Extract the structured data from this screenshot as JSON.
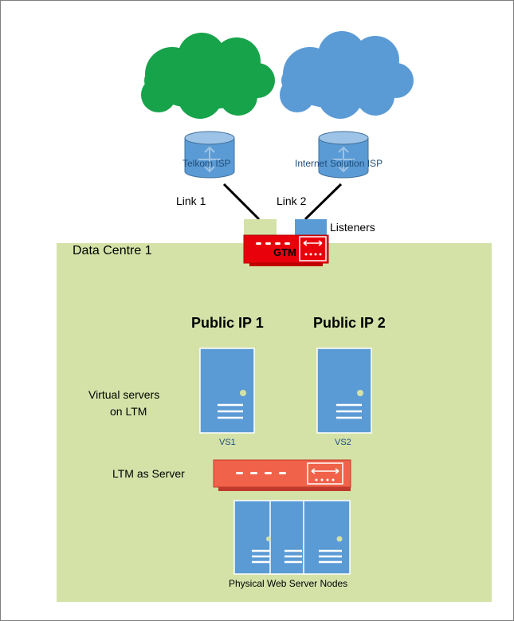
{
  "clouds": [
    {
      "name": "green-cloud",
      "color": "#17a34a"
    },
    {
      "name": "blue-cloud",
      "color": "#5b9bd5"
    }
  ],
  "isps": [
    {
      "label": "Telkom ISP"
    },
    {
      "label": "Internet Solution ISP"
    }
  ],
  "links": {
    "link1": "Link 1",
    "link2": "Link 2"
  },
  "listeners_label": "Listeners",
  "datacentre": {
    "label": "Data Centre 1",
    "color": "#d4e2a8"
  },
  "gtm": {
    "label": "GTM",
    "color": "#e8000b"
  },
  "public_ips": {
    "ip1": "Public IP 1",
    "ip2": "Public IP 2"
  },
  "virtual_servers_label": [
    "Virtual servers",
    "on LTM"
  ],
  "servers": [
    {
      "label": "VS1"
    },
    {
      "label": "VS2"
    }
  ],
  "ltm": {
    "label": "LTM as Server",
    "color": "#f0624a"
  },
  "physical_nodes_label": "Physical Web Server Nodes",
  "colors": {
    "server": "#5b9bd5",
    "server_border": "#ffffff",
    "listener_green": "#d4e2a8",
    "listener_blue": "#5b9bd5"
  }
}
